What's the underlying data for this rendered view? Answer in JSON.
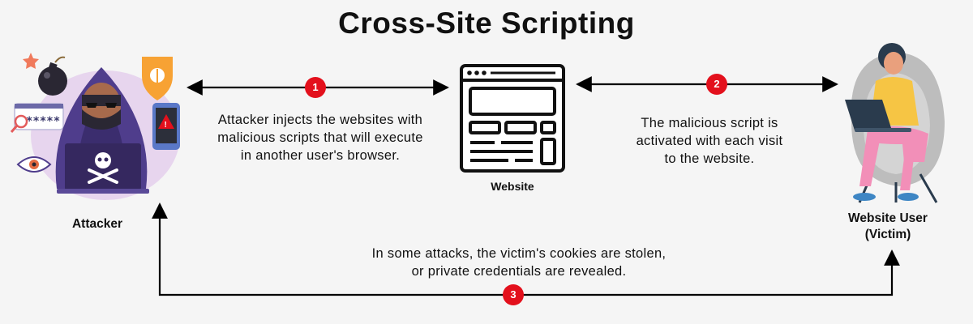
{
  "title": "Cross-Site Scripting",
  "attacker": {
    "label": "Attacker",
    "password_mask": "*****"
  },
  "website": {
    "label": "Website"
  },
  "victim": {
    "label_line1": "Website User",
    "label_line2": "(Victim)"
  },
  "steps": [
    {
      "number": "1",
      "lines": [
        "Attacker injects the websites with",
        "malicious scripts that will execute",
        "in another user's browser."
      ]
    },
    {
      "number": "2",
      "lines": [
        "The malicious script is",
        "activated with each visit",
        "to the website."
      ]
    },
    {
      "number": "3",
      "lines": [
        "In some attacks, the victim's cookies are stolen,",
        "or private credentials are revealed."
      ]
    }
  ],
  "colors": {
    "badge": "#e3101c",
    "hoodie": "#4f3d8c",
    "accent_orange": "#f7a234",
    "victim_shirt": "#f6c544",
    "victim_pants": "#f28fb8",
    "chair": "#b8b8b8"
  }
}
